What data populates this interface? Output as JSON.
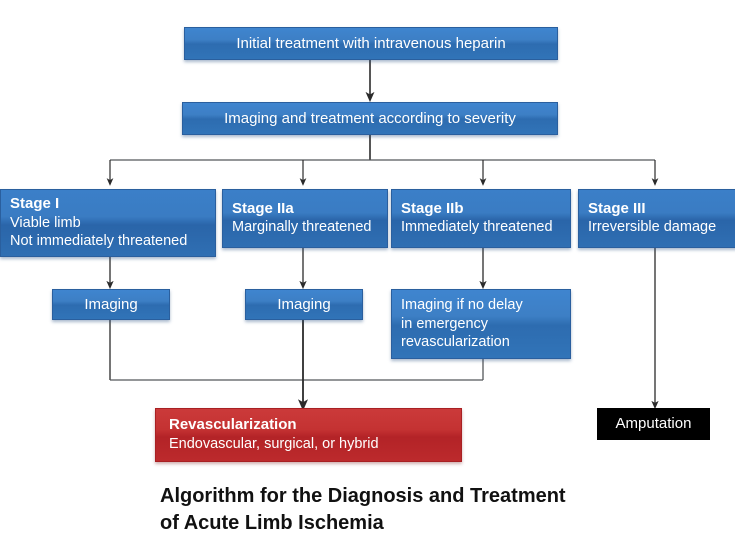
{
  "figure": {
    "title_line_1": "Algorithm for the Diagnosis and Treatment",
    "title_line_2": "of Acute Limb Ischemia"
  },
  "colors": {
    "node_blue": "#2d6cb0",
    "node_blue_light": "#3f85cf",
    "node_red": "#b32327",
    "node_black": "#000000",
    "connector": "#3f3f3f",
    "text_on_node": "#ffffff",
    "title_text": "#111111",
    "background": "#ffffff"
  },
  "nodes": {
    "initial_treatment": {
      "label": "Initial treatment with intravenous heparin"
    },
    "imaging_severity": {
      "label": "Imaging and treatment according to severity"
    },
    "stage_1": {
      "heading": "Stage I",
      "line_1": "Viable limb",
      "line_2": "Not immediately threatened"
    },
    "stage_2a": {
      "heading": "Stage IIa",
      "line_1": "Marginally threatened"
    },
    "stage_2b": {
      "heading": "Stage IIb",
      "line_1": "Immediately threatened"
    },
    "stage_3": {
      "heading": "Stage III",
      "line_1": "Irreversible damage"
    },
    "imaging_stage_1": {
      "label": "Imaging"
    },
    "imaging_stage_2a": {
      "label": "Imaging"
    },
    "imaging_stage_2b": {
      "line_1": "Imaging if no delay",
      "line_2": "in emergency",
      "line_3": "revascularization"
    },
    "revascularization": {
      "heading": "Revascularization",
      "line_1": "Endovascular, surgical, or hybrid"
    },
    "amputation": {
      "label": "Amputation"
    }
  }
}
